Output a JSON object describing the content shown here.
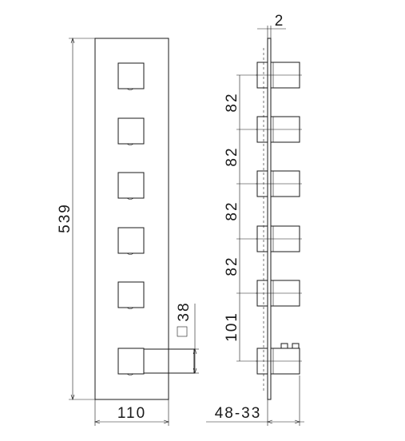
{
  "drawing": {
    "front_view": {
      "height_dim": "539",
      "width_dim": "110",
      "knob_size_dim": "38",
      "knob_count": 6
    },
    "side_view": {
      "plate_thickness_dim": "2",
      "depth_dim": "48-33",
      "spacing_dims": [
        "82",
        "82",
        "82",
        "82",
        "101"
      ],
      "knob_count": 6
    }
  }
}
